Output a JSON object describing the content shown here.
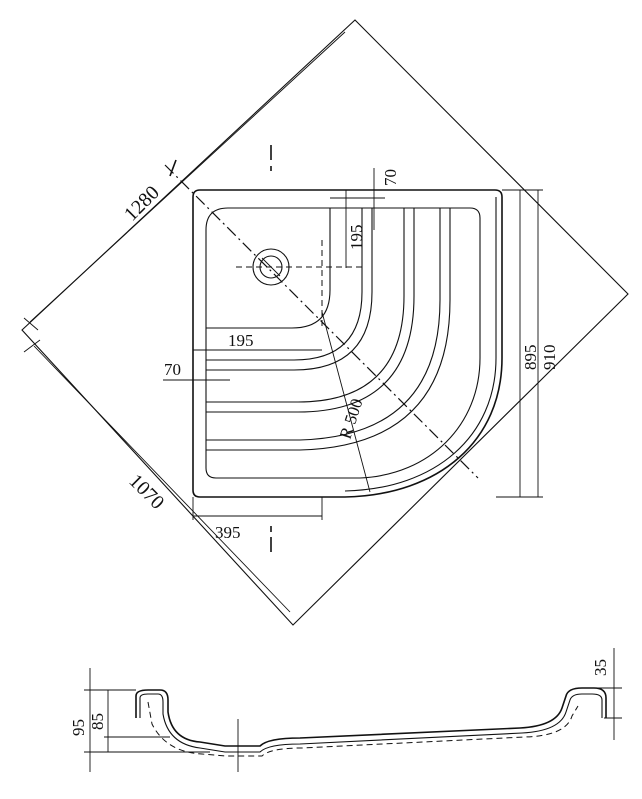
{
  "plan_view": {
    "dim_diagonal_top": "1280",
    "dim_diagonal_bottom": "1070",
    "dim_right_inner": "895",
    "dim_right_outer": "910",
    "dim_top_small": "70",
    "dim_top_195": "195",
    "dim_left_195": "195",
    "dim_left_70": "70",
    "dim_bottom_395": "395",
    "dim_radius": "R 500"
  },
  "section_view": {
    "dim_left_outer": "95",
    "dim_left_inner": "85",
    "dim_right_rim": "35"
  }
}
